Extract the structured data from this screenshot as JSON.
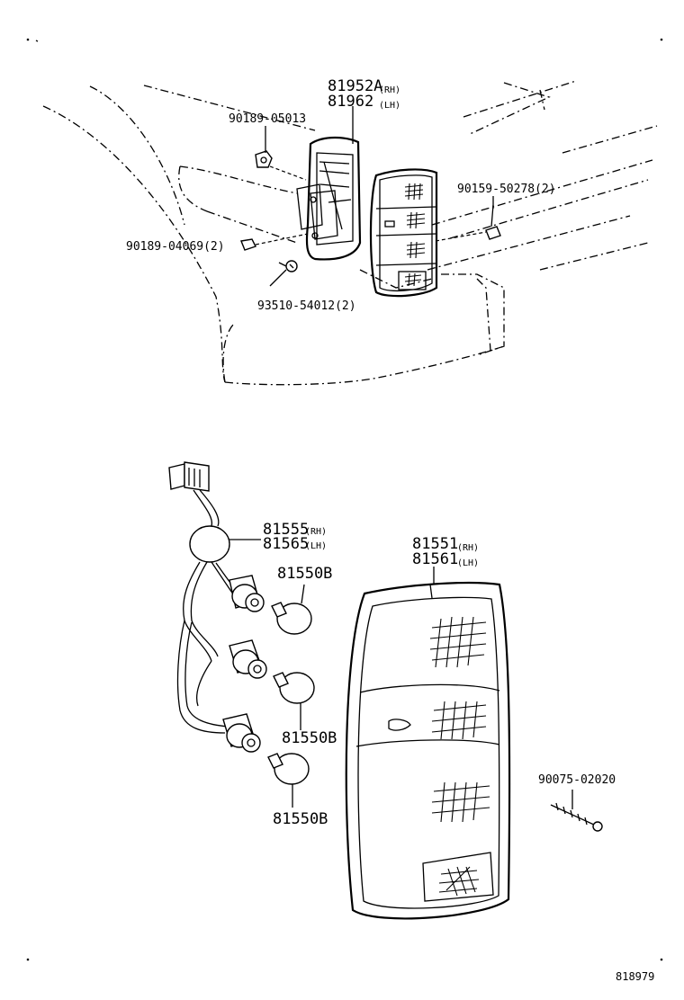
{
  "labels": {
    "p81952A": "81952A",
    "p81952A_side": "(RH)",
    "p81962": "81962",
    "p81962_side": "(LH)",
    "p90189_05013": "90189-05013",
    "p90159_50278": "90159-50278(2)",
    "p90189_04069": "90189-04069(2)",
    "p93510_54012": "93510-54012(2)",
    "p81555": "81555",
    "p81555_side": "(RH)",
    "p81565": "81565",
    "p81565_side": "(LH)",
    "p81551": "81551",
    "p81551_side": "(RH)",
    "p81561": "81561",
    "p81561_side": "(LH)",
    "p81550B_a": "81550B",
    "p81550B_b": "81550B",
    "p81550B_c": "81550B",
    "p90075_02020": "90075-02020",
    "diagram_code": "818979"
  }
}
